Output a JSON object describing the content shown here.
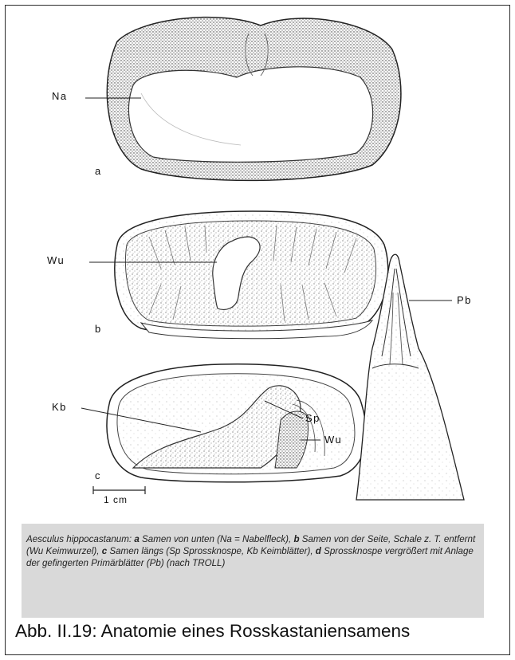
{
  "labels": {
    "na": "Na",
    "a": "a",
    "wu_b": "Wu",
    "b": "b",
    "kb": "Kb",
    "sp": "Sp",
    "wu_c": "Wu",
    "c": "c",
    "pb": "Pb",
    "scale": "1 cm"
  },
  "caption": {
    "p1": "Aesculus hippocastanum: ",
    "a": "a",
    "p2": " Samen von unten (Na = Nabelfleck), ",
    "b": "b",
    "p3": " Samen von der Seite, Schale z. T. entfernt (Wu Keimwurzel), ",
    "c": "c",
    "p4": " Samen längs (Sp Sprossknospe, Kb Keimblätter), ",
    "d": "d",
    "p5": " Sprossknospe vergrößert mit Anlage der gefingerten Primärblätter (Pb) (nach TROLL)"
  },
  "footer": "Abb. II.19:   Anatomie eines Rosskastaniensamens"
}
